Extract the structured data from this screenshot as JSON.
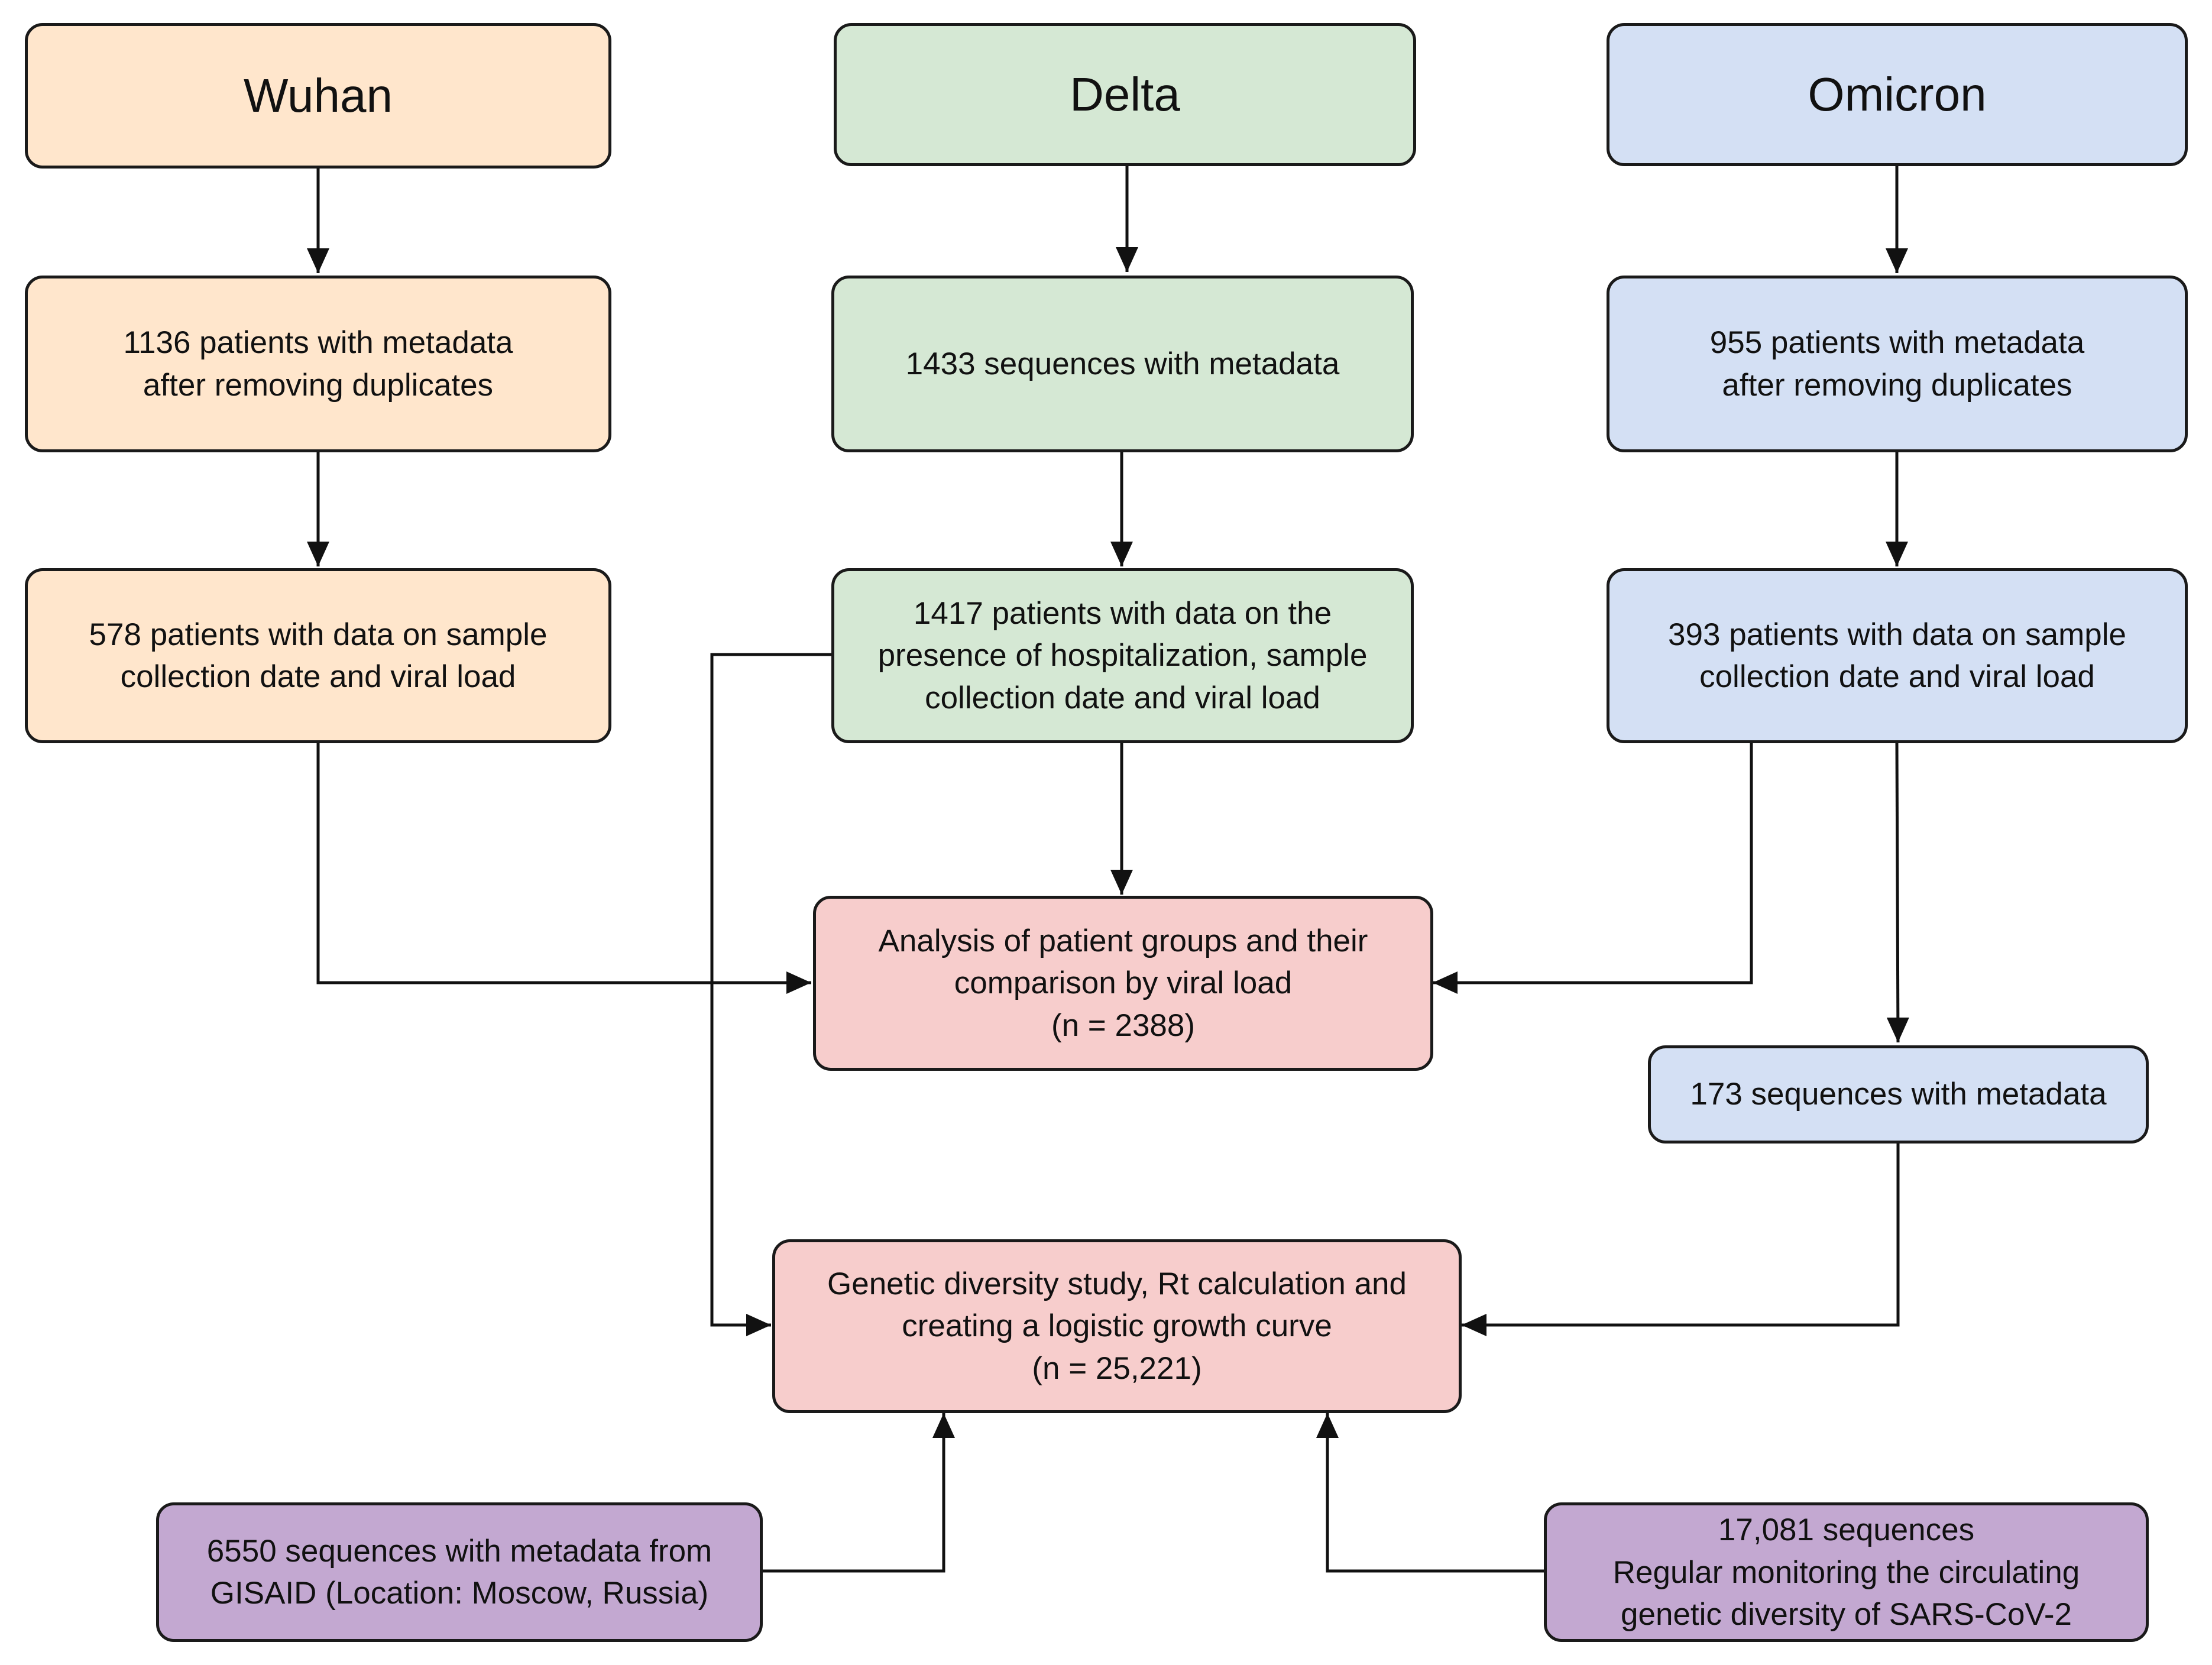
{
  "columns": {
    "wuhan": {
      "header": "Wuhan",
      "step1": [
        "1136 patients with metadata",
        "after removing duplicates"
      ],
      "step2": [
        "578 patients with data on sample",
        "collection date and viral load"
      ]
    },
    "delta": {
      "header": "Delta",
      "step1": [
        "1433 sequences with metadata"
      ],
      "step2": [
        "1417 patients with data on the",
        "presence of hospitalization, sample",
        "collection date and viral load"
      ]
    },
    "omicron": {
      "header": "Omicron",
      "step1": [
        "955 patients with metadata",
        "after removing duplicates"
      ],
      "step2": [
        "393 patients with data on sample",
        "collection date and viral load"
      ],
      "step3": [
        "173 sequences with metadata"
      ]
    }
  },
  "analysis_box": [
    "Analysis of patient groups and their",
    "comparison by viral load",
    "(n = 2388)"
  ],
  "genetic_box": [
    "Genetic diversity study, Rt calculation and",
    "creating a logistic growth curve",
    "(n = 25,221)"
  ],
  "gisaid_box": [
    "6550 sequences with metadata from",
    "GISAID (Location: Moscow, Russia)"
  ],
  "monitoring_box": [
    "17,081 sequences",
    "Regular monitoring the circulating",
    "genetic diversity of SARS-CoV-2"
  ],
  "colors": {
    "wuhan_fill": "#FFE6CC",
    "delta_fill": "#D5E8D4",
    "omicron_fill": "#D4E0F4",
    "result_fill": "#F7CDCC",
    "external_fill": "#C3A8D1",
    "stroke": "#1a1a1a"
  }
}
